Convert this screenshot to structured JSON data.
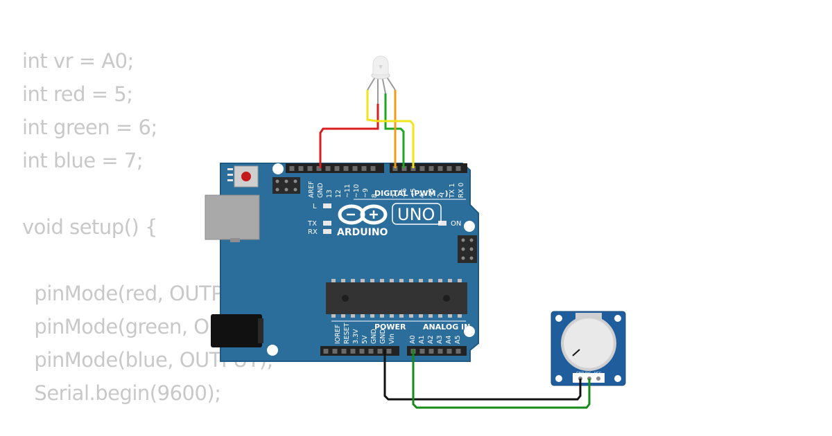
{
  "code_lines": [
    "int vr = A0;",
    "int red = 5;",
    "int green = 6;",
    "int blue = 7;",
    "",
    "void setup() {",
    "",
    "  pinMode(red, OUTPUT);",
    "  pinMode(green, OUTPUT);",
    "  pinMode(blue, OUTPUT);",
    "  Serial.begin(9600);"
  ],
  "board": {
    "brand": "ARDUINO",
    "model": "UNO",
    "digital_header": "DIGITAL (PWM ~)",
    "power_header": "POWER",
    "analog_header": "ANALOG IN",
    "label_l": "L",
    "label_tx": "TX",
    "label_rx": "RX",
    "label_on": "ON",
    "top_pins": [
      "AREF",
      "GND",
      "13",
      "12",
      "~11",
      "~10",
      "~9",
      "8",
      "7",
      "~6",
      "~5",
      "4",
      "~3",
      "2",
      "TX 1",
      "RX 0"
    ],
    "bottom_pins": [
      "IOREF",
      "RESET",
      "3.3V",
      "5V",
      "GND",
      "GND",
      "Vin",
      "A0",
      "A1",
      "A2",
      "A3",
      "A4",
      "A5"
    ]
  },
  "potentiometer": {
    "pins": [
      "GND",
      "SIG",
      "VCC"
    ]
  },
  "wire_colors": {
    "red": "#d81e1e",
    "yellow": "#f2e41c",
    "green": "#1fa61f",
    "orange": "#f29a1a",
    "black": "#111111",
    "analog_green": "#168a16"
  },
  "colors": {
    "board": "#2c6e9b",
    "board_border": "#1f5a85",
    "code_text": "#c8c8c8",
    "pot_board": "#1f5d9c"
  }
}
